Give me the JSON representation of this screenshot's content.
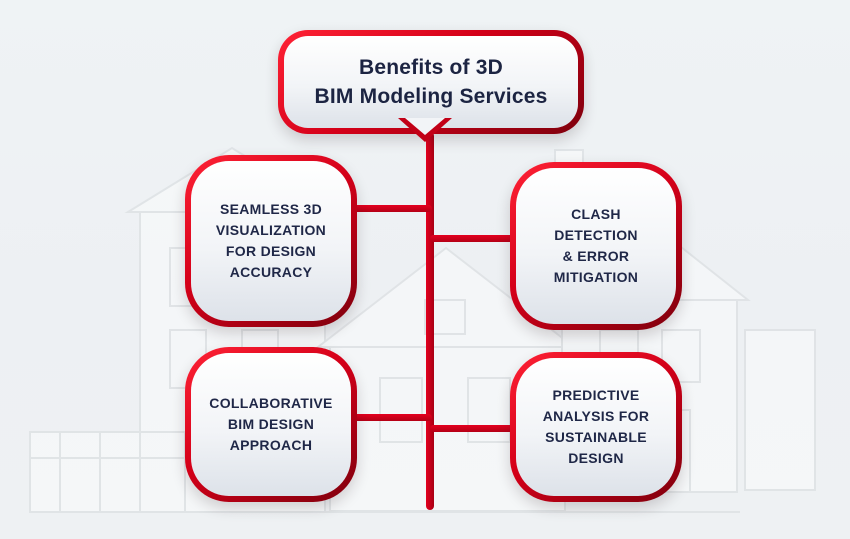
{
  "diagram": {
    "title": "Benefits of 3D\nBIM Modeling Services",
    "nodes": [
      {
        "id": "seamless-3d-visualization",
        "label": "SEAMLESS 3D\nVISUALIZATION\nFOR DESIGN\nACCURACY"
      },
      {
        "id": "clash-detection",
        "label": "CLASH\nDETECTION\n& ERROR\nMITIGATION"
      },
      {
        "id": "collaborative-bim-design",
        "label": "COLLABORATIVE\nBIM DESIGN\nAPPROACH"
      },
      {
        "id": "predictive-analysis",
        "label": "PREDICTIVE\nANALYSIS FOR\nSUSTAINABLE\nDESIGN"
      }
    ],
    "colors": {
      "accent_red": "#d40019",
      "accent_red_dark": "#7e000d",
      "text_navy": "#1c2442",
      "background": "#eef1f4",
      "box_fill_top": "#ffffff",
      "box_fill_bottom": "#dde2e9"
    }
  }
}
